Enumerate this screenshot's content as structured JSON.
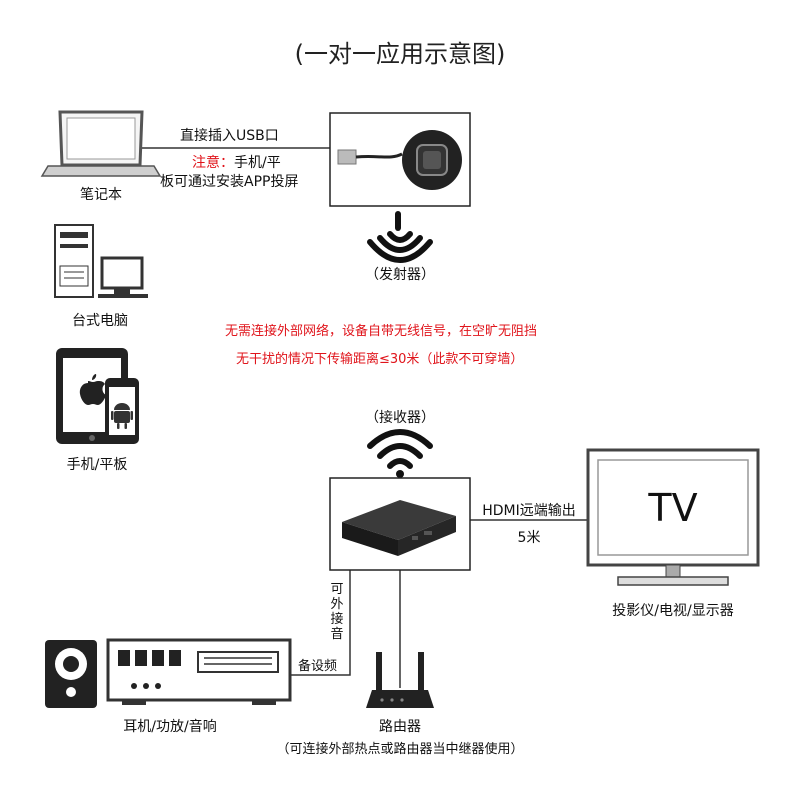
{
  "title": "(一对一应用示意图)",
  "laptop": {
    "label": "笔记本"
  },
  "desktop": {
    "label": "台式电脑"
  },
  "mobile": {
    "label": "手机/平板"
  },
  "usb_link": {
    "label": "直接插入USB口",
    "note_prefix": "注意：",
    "note_line1": "手机/平",
    "note_line2": "板可通过安装APP投屏"
  },
  "transmitter": {
    "label": "（发射器）"
  },
  "notice": {
    "line1": "无需连接外部网络，设备自带无线信号，在空旷无阻挡",
    "line2": "无干扰的情况下传输距离≤30米（此款不可穿墙）"
  },
  "receiver": {
    "label": "（接收器）"
  },
  "hdmi_link": {
    "label": "HDMI远端输出",
    "distance": "5米"
  },
  "tv": {
    "screen_text": "TV",
    "label": "投影仪/电视/显示器"
  },
  "audio_link": {
    "chars": [
      "可",
      "外",
      "接",
      "音"
    ],
    "last": "备设频"
  },
  "audio": {
    "label": "耳机/功放/音响"
  },
  "router": {
    "label": "路由器",
    "note": "（可连接外部热点或路由器当中继器使用）"
  }
}
